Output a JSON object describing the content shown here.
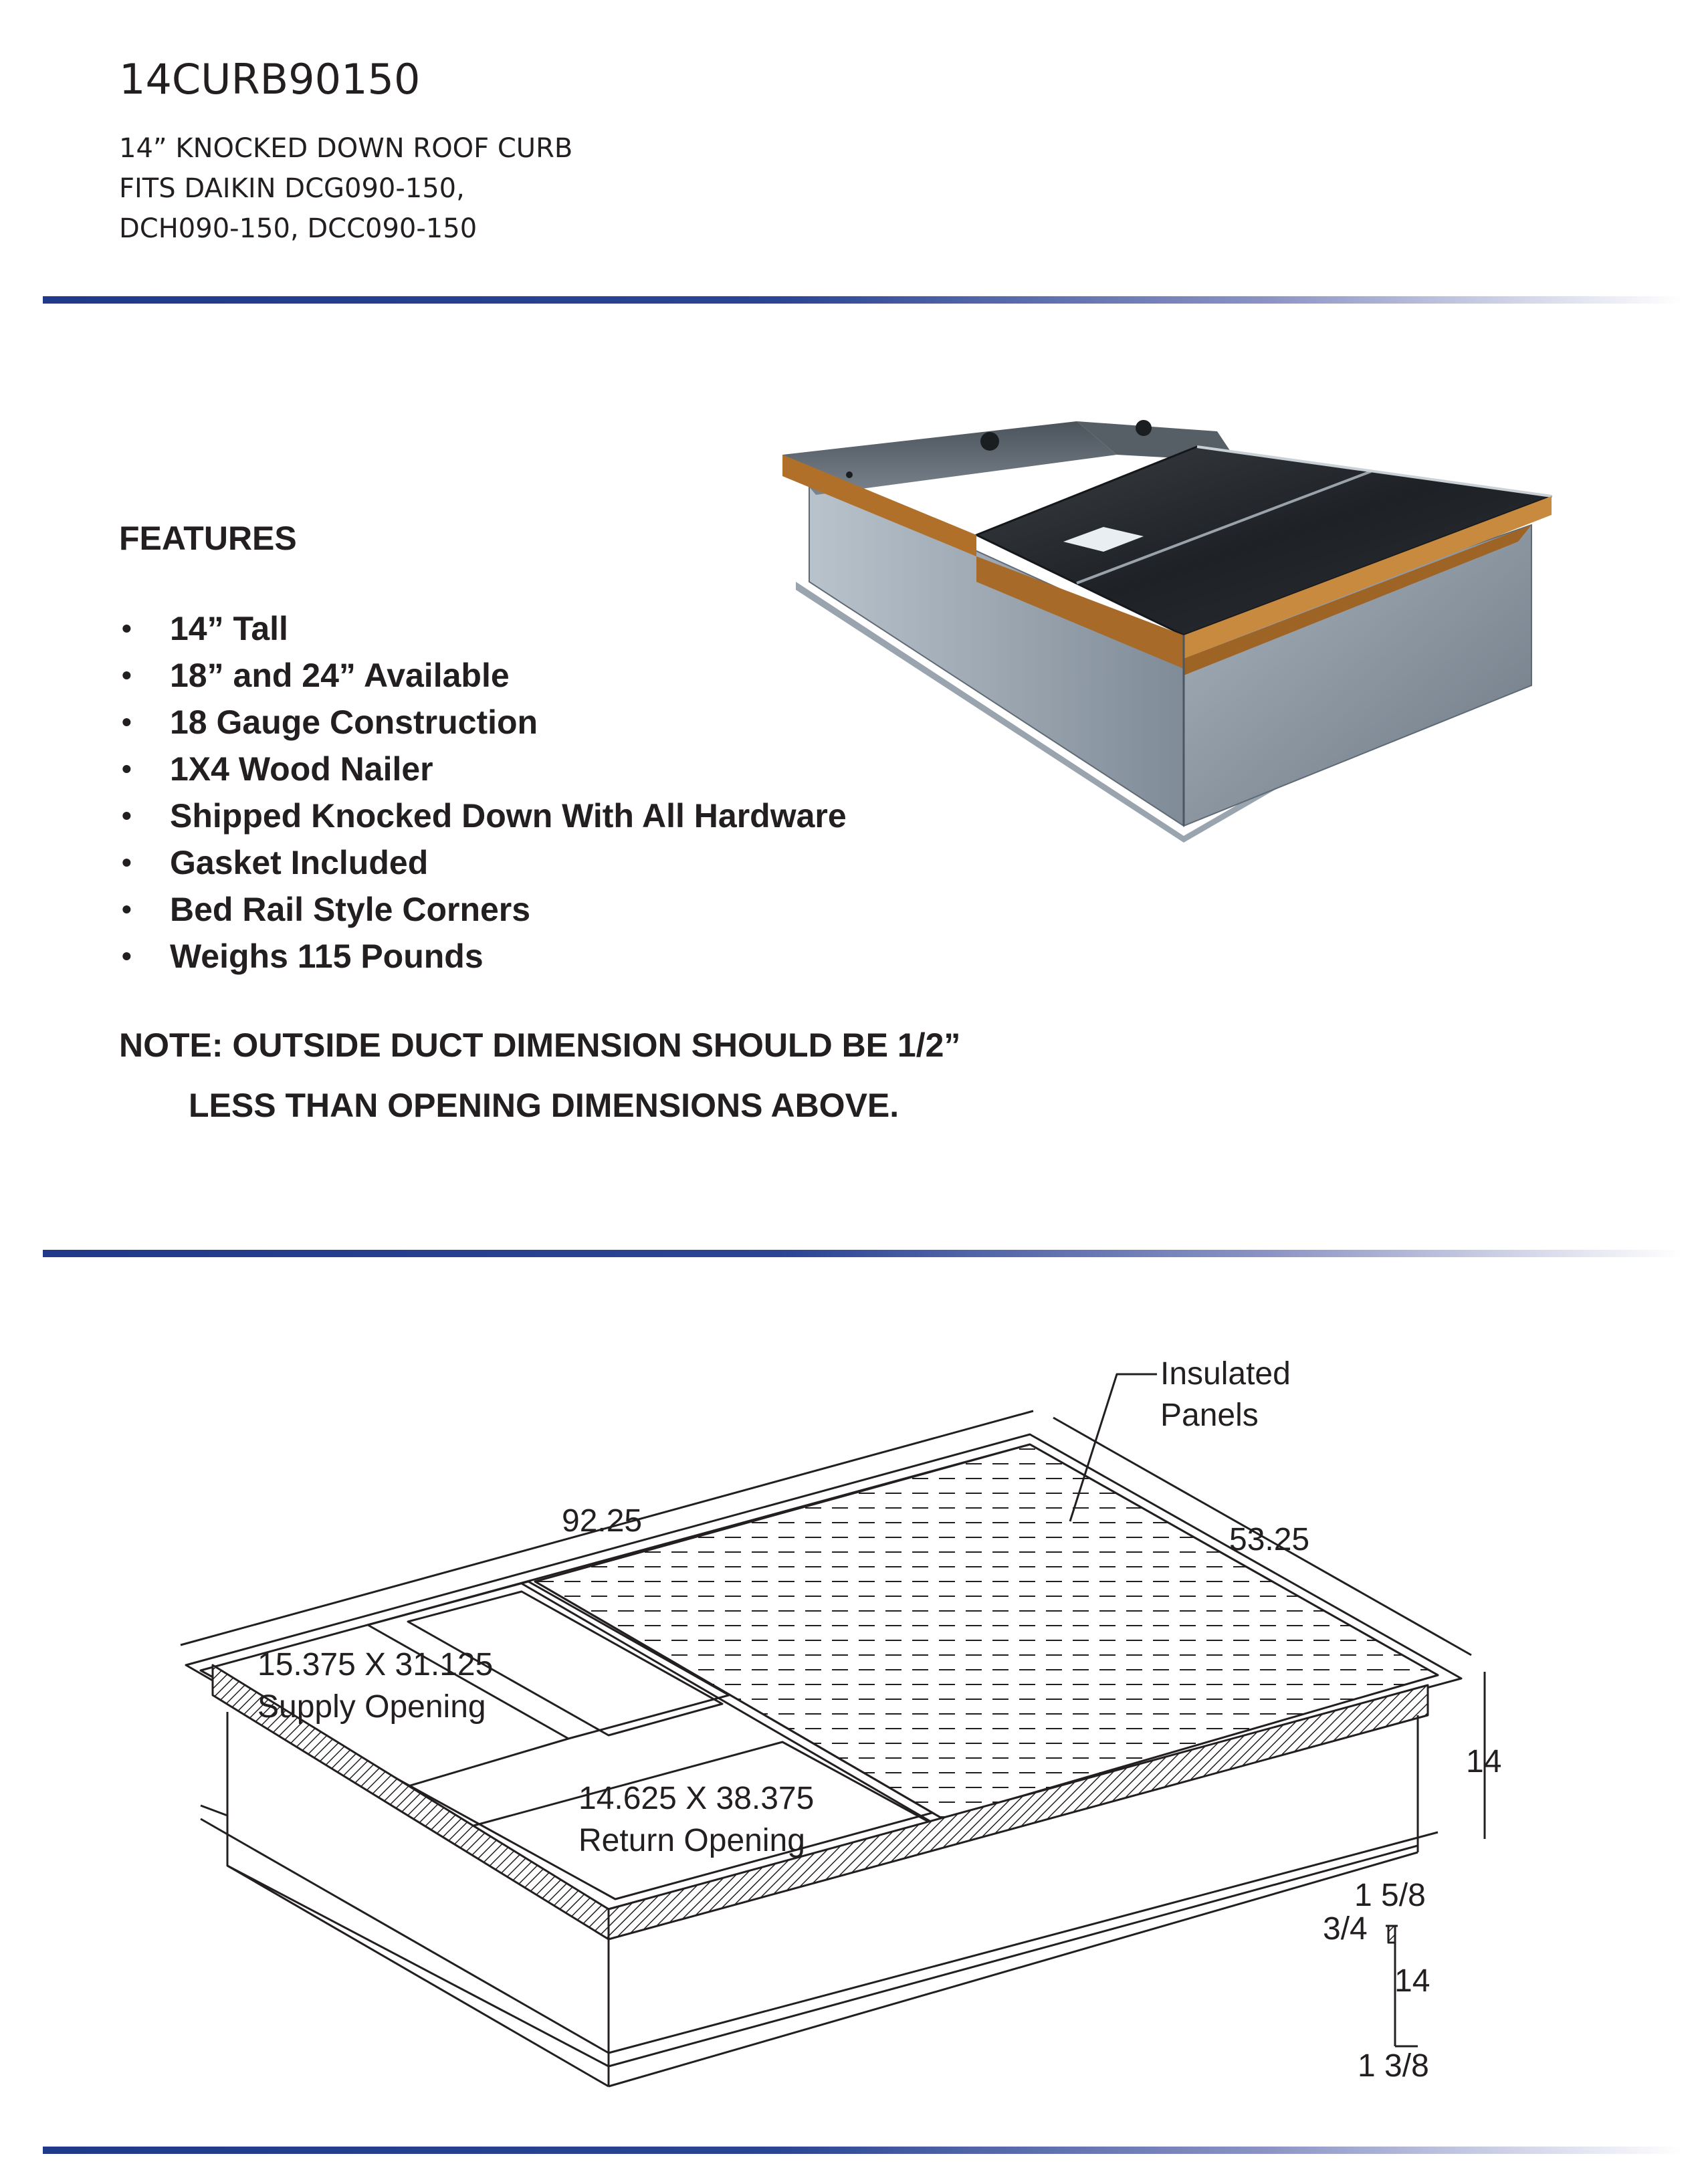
{
  "header": {
    "title": "14CURB90150",
    "lines": [
      "14” KNOCKED DOWN ROOF CURB",
      "FITS DAIKIN DCG090-150,",
      "DCH090-150, DCC090-150"
    ]
  },
  "features": {
    "heading": "FEATURES",
    "items": [
      "14” Tall",
      "18” and 24” Available",
      "18 Gauge Construction",
      "1X4 Wood Nailer",
      "Shipped Knocked Down With All Hardware",
      "Gasket Included",
      "Bed Rail Style Corners",
      "Weighs 115 Pounds"
    ],
    "bullet": "•"
  },
  "note": {
    "line1": "NOTE:  OUTSIDE DUCT DIMENSION SHOULD BE 1/2”",
    "line2": "LESS THAN OPENING DIMENSIONS ABOVE."
  },
  "drawing": {
    "callout_line1": "Insulated",
    "callout_line2": "Panels",
    "length": "92.25",
    "width": "53.25",
    "supply_size": "15.375 X 31.125",
    "supply_label": "Supply Opening",
    "return_size": "14.625 X 38.375",
    "return_label": "Return Opening",
    "height": "14",
    "flange_top": "1 5/8",
    "flange_side": "3/4",
    "section_height": "14",
    "flange_bottom": "1 3/8"
  },
  "colors": {
    "rule_blue": "#1f3a8a",
    "text": "#231f20",
    "wood": "#b0702a",
    "steel": "#8f9aa6"
  }
}
